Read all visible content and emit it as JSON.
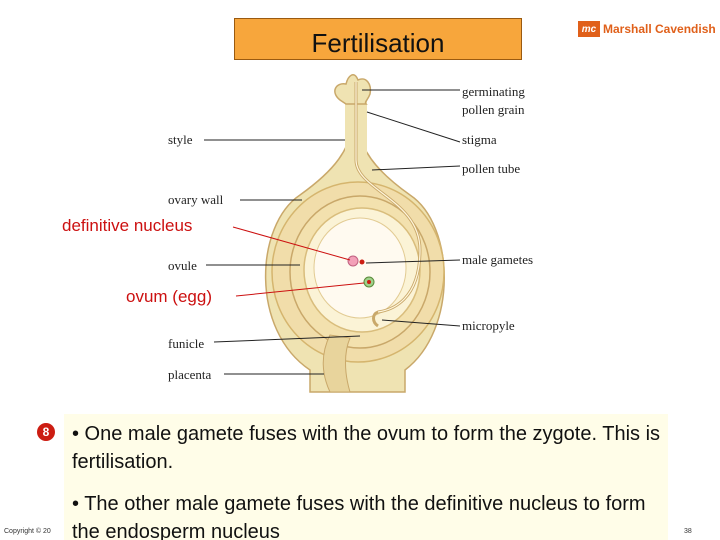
{
  "title": "Fertilisation",
  "logo": {
    "badge": "mc",
    "text": "Marshall Cavendish"
  },
  "labels": {
    "germinating_pollen_grain": [
      "germinating",
      "pollen grain"
    ],
    "style": "style",
    "stigma": "stigma",
    "pollen_tube": "pollen tube",
    "ovary_wall": "ovary wall",
    "definitive_nucleus": "definitive nucleus",
    "ovule": "ovule",
    "male_gametes": "male gametes",
    "ovum": "ovum (egg)",
    "micropyle": "micropyle",
    "funicle": "funicle",
    "placenta": "placenta"
  },
  "step": "8",
  "notes": [
    "• One male gamete fuses with the ovum to form the zygote. This is fertilisation.",
    "• The other male gamete fuses with the definitive nucleus to form the endosperm nucleus"
  ],
  "footer": {
    "copyright": "Copyright © 20",
    "page": "38"
  },
  "colors": {
    "title_bg": "#f7a63c",
    "accent_red": "#cc1010",
    "flower_fill": "#efe3b2",
    "flower_outline": "#c9a86a"
  }
}
